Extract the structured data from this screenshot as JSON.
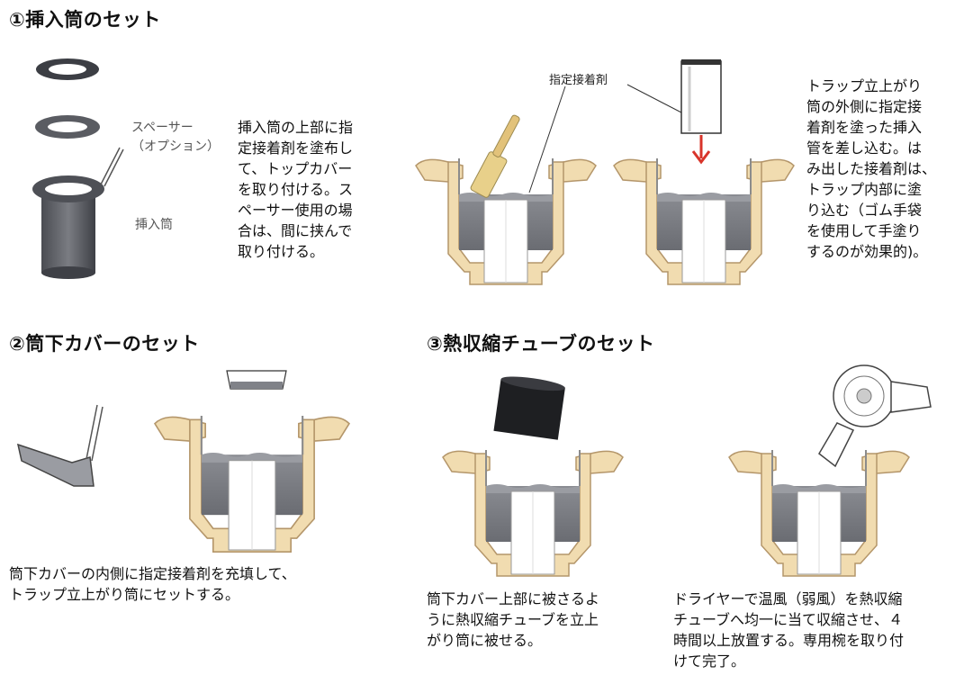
{
  "steps": [
    {
      "heading": "①挿入筒のセット",
      "labels": {
        "spacer_line1": "スペーサー",
        "spacer_line2": "（オプション）",
        "tube": "挿入筒"
      },
      "description": [
        "挿入筒の上部に指",
        "定接着剤を塗布し",
        "て、トップカバー",
        "を取り付ける。ス",
        "ペーサー使用の場",
        "合は、間に挟んで",
        "取り付ける。"
      ]
    },
    {
      "adhesive_label": "指定接着剤",
      "description": [
        "トラップ立上がり",
        "筒の外側に指定接",
        "着剤を塗った挿入",
        "管を差し込む。は",
        "み出した接着剤は、",
        "トラップ内部に塗",
        "り込む（ゴム手袋",
        "を使用して手塗り",
        "するのが効果的)。"
      ]
    },
    {
      "heading": "②筒下カバーのセット",
      "description": [
        "筒下カバーの内側に指定接着剤を充填して、",
        "トラップ立上がり筒にセットする。"
      ]
    },
    {
      "heading": "③熱収縮チューブのセット",
      "description_a": [
        "筒下カバー上部に被さるよ",
        "うに熱収縮チューブを立上",
        "がり筒に被せる。"
      ],
      "description_b": [
        "ドライヤーで温風（弱風）を熱収縮",
        "チューブへ均一に当て収縮させ、４",
        "時間以上放置する。専用椀を取り付",
        "けて完了。"
      ]
    }
  ],
  "colors": {
    "trap_body": "#f1dcb0",
    "trap_edge": "#b4966a",
    "fill": "#808288",
    "fill_dark": "#5c5e64",
    "arrow": "#d8342a"
  }
}
